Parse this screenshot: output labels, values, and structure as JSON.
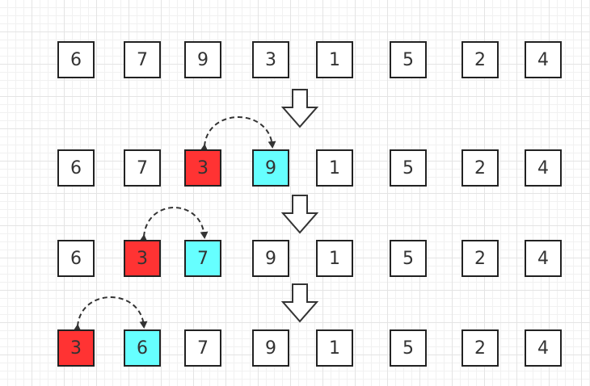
{
  "colors": {
    "background": "#ffffff",
    "cell_fill": "#ffffff",
    "cell_border": "#222222",
    "highlight_red": "#ff3333",
    "highlight_cyan": "#66ffff",
    "arrow": "#333333"
  },
  "rows": [
    {
      "cells": [
        {
          "value": "6",
          "highlight": "none"
        },
        {
          "value": "7",
          "highlight": "none"
        },
        {
          "value": "9",
          "highlight": "none"
        },
        {
          "value": "3",
          "highlight": "none"
        },
        {
          "value": "1",
          "highlight": "none"
        },
        {
          "value": "5",
          "highlight": "none"
        },
        {
          "value": "2",
          "highlight": "none"
        },
        {
          "value": "4",
          "highlight": "none"
        }
      ]
    },
    {
      "cells": [
        {
          "value": "6",
          "highlight": "none"
        },
        {
          "value": "7",
          "highlight": "none"
        },
        {
          "value": "3",
          "highlight": "red"
        },
        {
          "value": "9",
          "highlight": "cyan"
        },
        {
          "value": "1",
          "highlight": "none"
        },
        {
          "value": "5",
          "highlight": "none"
        },
        {
          "value": "2",
          "highlight": "none"
        },
        {
          "value": "4",
          "highlight": "none"
        }
      ],
      "swap": [
        2,
        3
      ]
    },
    {
      "cells": [
        {
          "value": "6",
          "highlight": "none"
        },
        {
          "value": "3",
          "highlight": "red"
        },
        {
          "value": "7",
          "highlight": "cyan"
        },
        {
          "value": "9",
          "highlight": "none"
        },
        {
          "value": "1",
          "highlight": "none"
        },
        {
          "value": "5",
          "highlight": "none"
        },
        {
          "value": "2",
          "highlight": "none"
        },
        {
          "value": "4",
          "highlight": "none"
        }
      ],
      "swap": [
        1,
        2
      ]
    },
    {
      "cells": [
        {
          "value": "3",
          "highlight": "red"
        },
        {
          "value": "6",
          "highlight": "cyan"
        },
        {
          "value": "7",
          "highlight": "none"
        },
        {
          "value": "9",
          "highlight": "none"
        },
        {
          "value": "1",
          "highlight": "none"
        },
        {
          "value": "5",
          "highlight": "none"
        },
        {
          "value": "2",
          "highlight": "none"
        },
        {
          "value": "4",
          "highlight": "none"
        }
      ],
      "swap": [
        0,
        1
      ]
    }
  ]
}
